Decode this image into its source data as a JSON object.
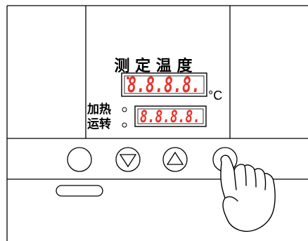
{
  "panel": {
    "title": "测 定 温 度",
    "main_display": "8.8.8.8.",
    "unit": "°C",
    "heat_label": "加热",
    "run_label": "运转",
    "sub_display": "8.8.8.8.",
    "colors": {
      "led": "#e8322a",
      "line": "#000000"
    }
  },
  "buttons": [
    {
      "name": "blank-button",
      "icon": "none"
    },
    {
      "name": "down-button",
      "icon": "triangle-down-icon"
    },
    {
      "name": "up-button",
      "icon": "triangle-up-icon"
    },
    {
      "name": "enter-button",
      "icon": "none"
    }
  ]
}
